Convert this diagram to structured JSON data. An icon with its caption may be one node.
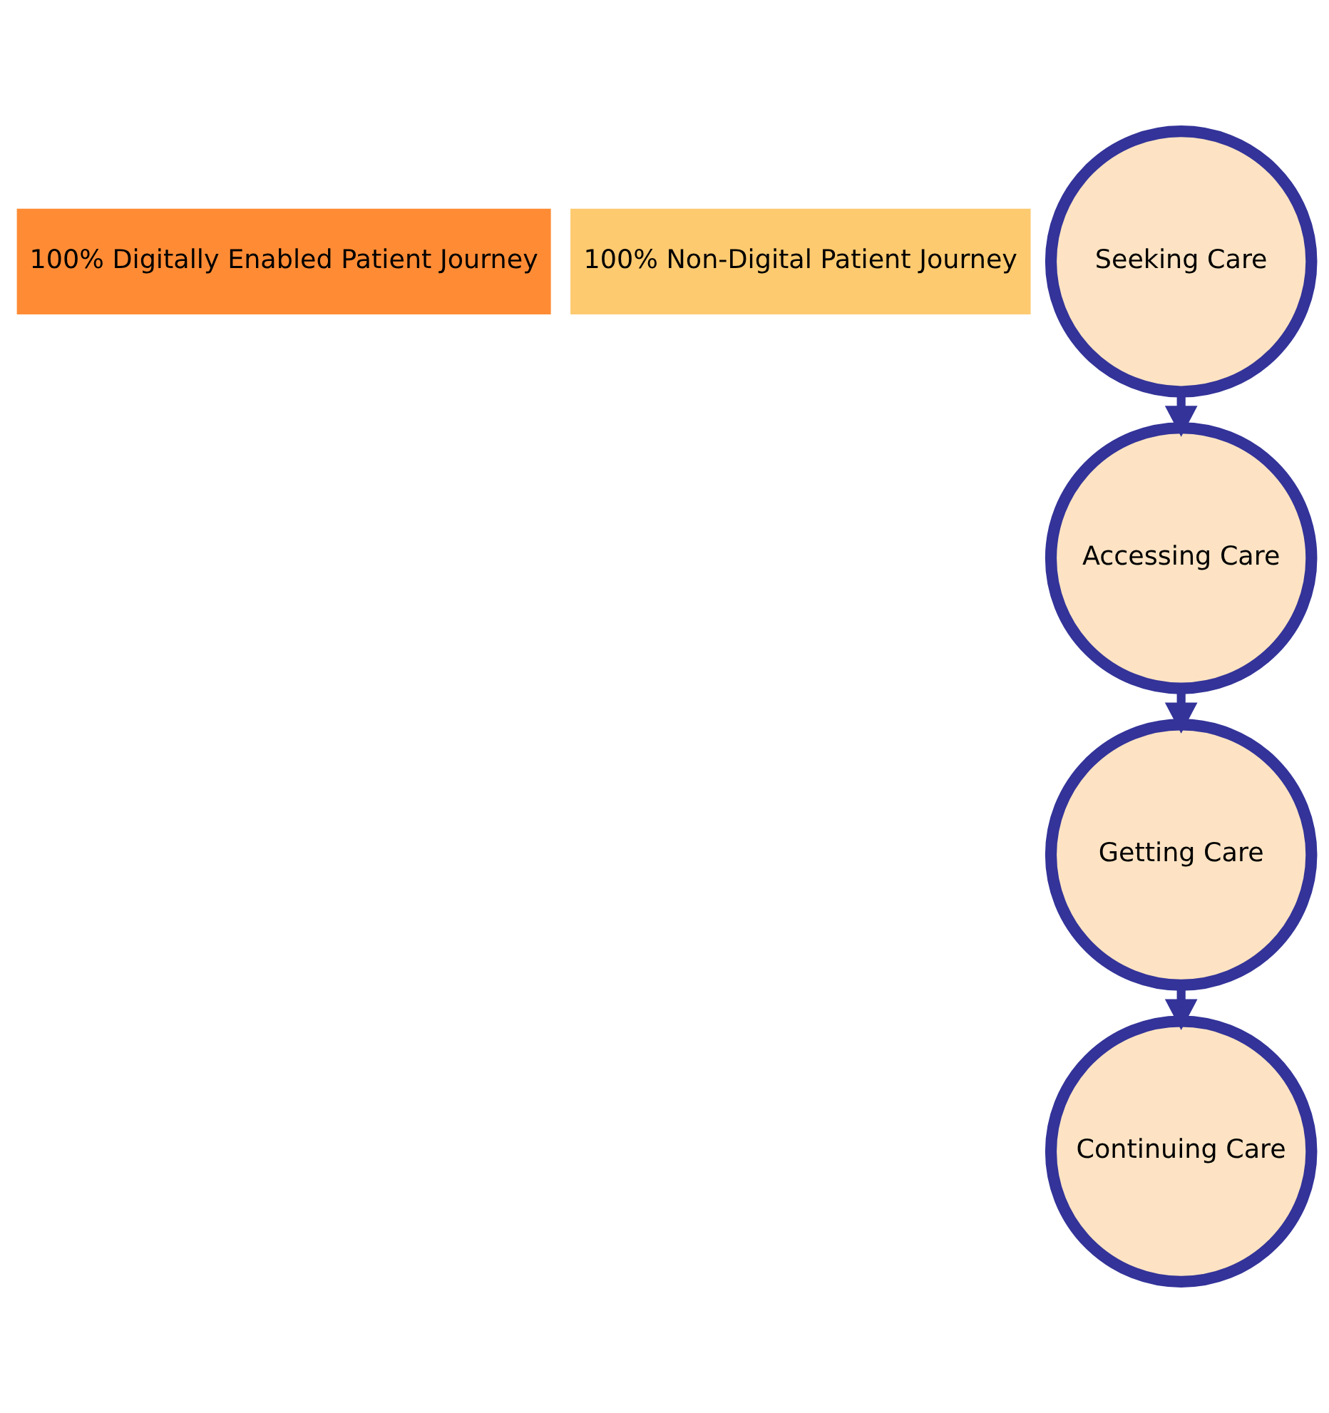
{
  "diagram": {
    "nodes": [
      {
        "text": [
          "100% Digitally Enabled Patient Journey"
        ]
      },
      {
        "text": [
          "100% Non-Digital Patient Journey"
        ]
      },
      {
        "text": [
          "Seeking Care"
        ]
      },
      {
        "text": [
          "Accessing Care"
        ]
      },
      {
        "text": [
          "Getting Care"
        ]
      },
      {
        "text": [
          "Continuing Care"
        ]
      }
    ],
    "edges": [
      {
        "from": 2,
        "to": 3,
        "arrow": "to"
      },
      {
        "from": 3,
        "to": 4,
        "arrow": "to"
      },
      {
        "from": 4,
        "to": 5,
        "arrow": "to"
      }
    ]
  }
}
